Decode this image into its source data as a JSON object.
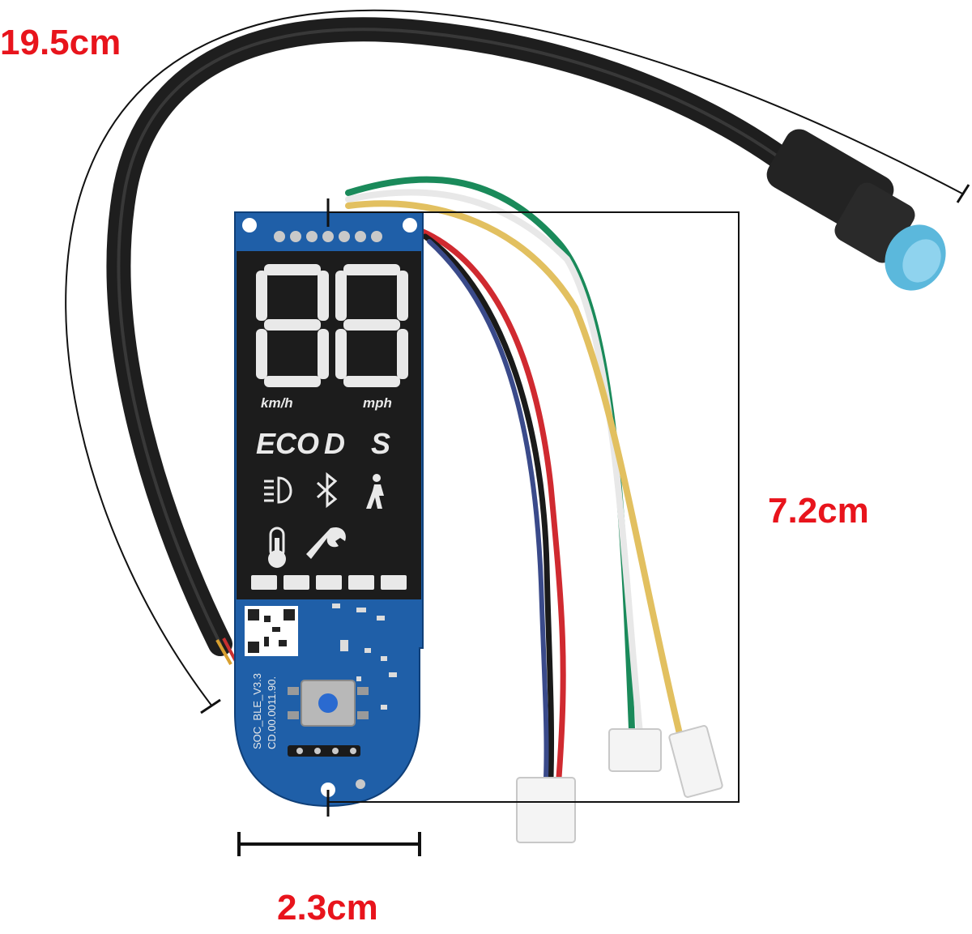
{
  "dimensions": {
    "cable_length": "19.5cm",
    "board_height": "7.2cm",
    "board_width": "2.3cm"
  },
  "display": {
    "digits": "88",
    "unit_left": "km/h",
    "unit_right": "mph",
    "modes": [
      "ECO",
      "D",
      "S"
    ],
    "battery_bars": 5
  },
  "pcb": {
    "model_line1": "SOC_BLE_V3.3",
    "model_line2": "CD.00.0011.90."
  },
  "colors": {
    "dimension_text": "#e8141c",
    "pcb": "#1f5fa8",
    "display_bg": "#1c1c1c",
    "segment": "#e9e9e9",
    "cable": "#1e1e1e",
    "connector_tip": "#5bb8dc"
  }
}
